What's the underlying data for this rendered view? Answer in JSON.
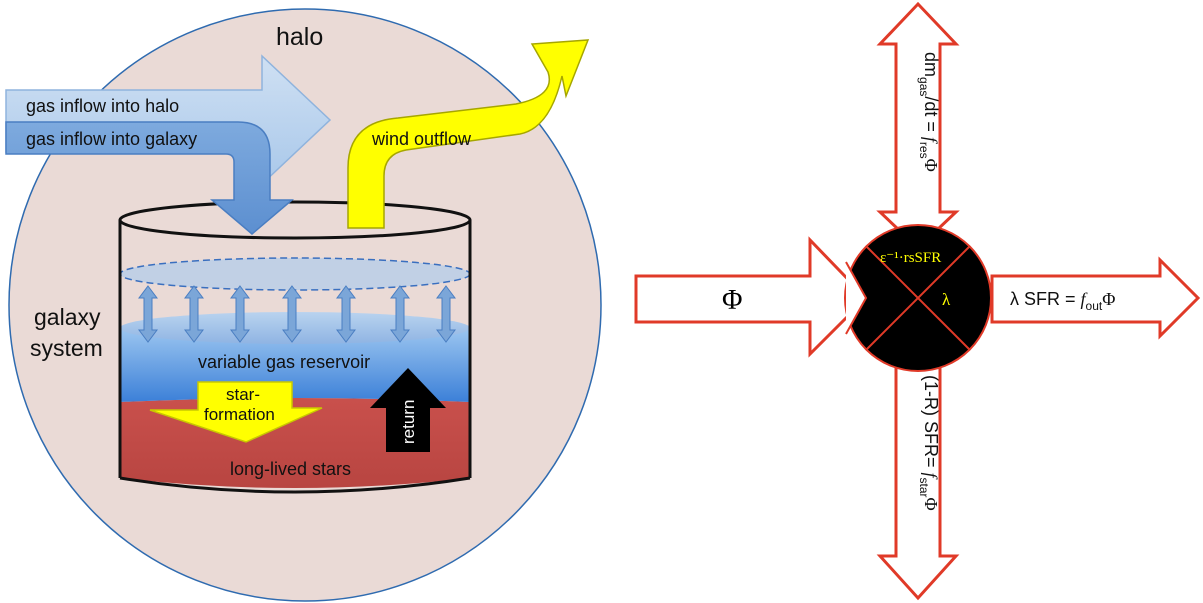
{
  "colors": {
    "halo_fill": "#eadad6",
    "halo_stroke": "#2f6bb0",
    "inflow_halo": "#bdd6ef",
    "inflow_galaxy": "#6e9fd8",
    "wind": "#ffff00",
    "gas_reservoir": "#4d8ee0",
    "stars": "#c5504d",
    "arrow_outline": "#e03a28",
    "node_fill": "#000000",
    "node_text": "#ffff00"
  },
  "left": {
    "halo_label": "halo",
    "galaxy_system_label_1": "galaxy",
    "galaxy_system_label_2": "system",
    "inflow_halo_label": "gas inflow into halo",
    "inflow_galaxy_label": "gas inflow into galaxy",
    "wind_label": "wind outflow",
    "gas_reservoir_label": "variable gas reservoir",
    "star_formation_label_1": "star-",
    "star_formation_label_2": "formation",
    "return_label": "return",
    "stars_label": "long-lived stars"
  },
  "right": {
    "phi_label": "Φ",
    "top_arrow": {
      "dm": "dm",
      "gas_sub": "gas",
      "dt": "/dt = ",
      "f": "f",
      "res_sub": "res",
      "phi": "Φ"
    },
    "right_arrow": {
      "lambda": "λ SFR = ",
      "f": "f",
      "out_sub": "out",
      "phi": "Φ"
    },
    "bottom_arrow": {
      "text": "(1-R) SFR= ",
      "f": "f",
      "star_sub": "star",
      "phi": "Φ"
    },
    "node_top_label": "ε⁻¹·rsSFR",
    "node_right_label": "λ"
  }
}
